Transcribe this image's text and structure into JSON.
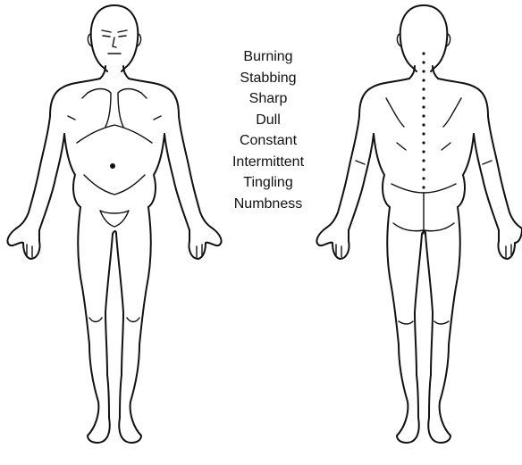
{
  "figures": {
    "front_icon": "front-body-outline-icon",
    "back_icon": "back-body-outline-icon"
  },
  "legend": {
    "items": [
      "Burning",
      "Stabbing",
      "Sharp",
      "Dull",
      "Constant",
      "Intermittent",
      "Tingling",
      "Numbness"
    ]
  },
  "colors": {
    "ink": "#111111",
    "background": "#ffffff"
  }
}
